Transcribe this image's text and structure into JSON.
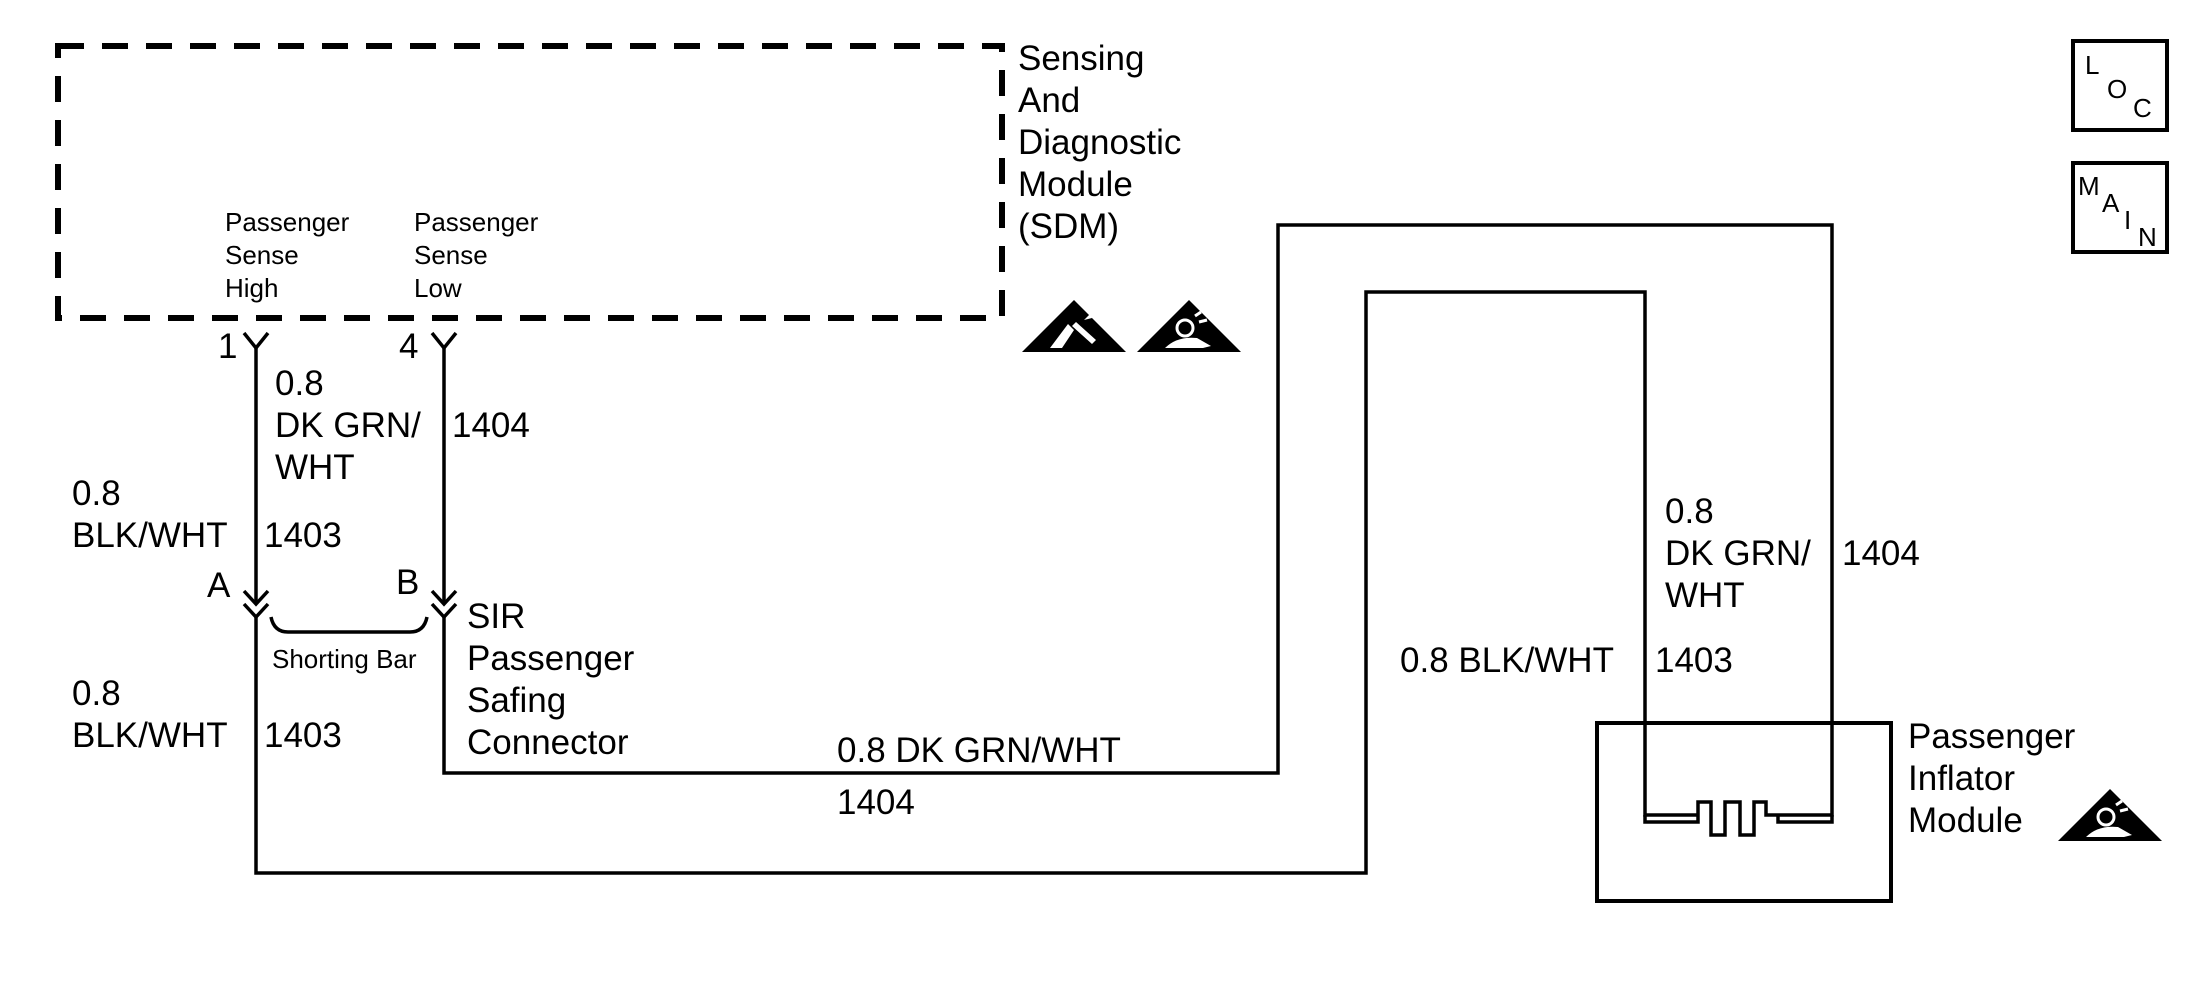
{
  "sdm": {
    "title_lines": [
      "Sensing",
      "And",
      "Diagnostic",
      "Module",
      "(SDM)"
    ],
    "terminal_high": {
      "lines": [
        "Passenger",
        "Sense",
        "High"
      ],
      "pin": "1"
    },
    "terminal_low": {
      "lines": [
        "Passenger",
        "Sense",
        "Low"
      ],
      "pin": "4"
    }
  },
  "wires": {
    "high_upper": {
      "lines": [
        "0.8",
        "DK GRN/",
        "WHT"
      ],
      "circuit": "1404"
    },
    "low_left_upper": {
      "lines": [
        "0.8",
        "BLK/WHT"
      ],
      "circuit": "1403"
    },
    "low_left_lower": {
      "lines": [
        "0.8",
        "BLK/WHT"
      ],
      "circuit": "1403"
    },
    "bottom_green": {
      "label": "0.8 DK GRN/WHT",
      "circuit": "1404"
    },
    "right_green": {
      "lines": [
        "0.8",
        "DK GRN/",
        "WHT"
      ],
      "circuit": "1404"
    },
    "right_black": {
      "label": "0.8 BLK/WHT",
      "circuit": "1403"
    }
  },
  "connector": {
    "pin_a": "A",
    "pin_b": "B",
    "shorting_bar": "Shorting Bar",
    "name_lines": [
      "SIR",
      "Passenger",
      "Safing",
      "Connector"
    ]
  },
  "inflator": {
    "name_lines": [
      "Passenger",
      "Inflator",
      "Module"
    ]
  },
  "nav_buttons": {
    "loc": {
      "chars": [
        "L",
        "O",
        "C"
      ]
    },
    "main": {
      "chars": [
        "M",
        "A",
        "I",
        "N"
      ]
    }
  },
  "icons": [
    "esd-warning-icon",
    "airbag-warning-icon",
    "airbag-warning-icon"
  ]
}
